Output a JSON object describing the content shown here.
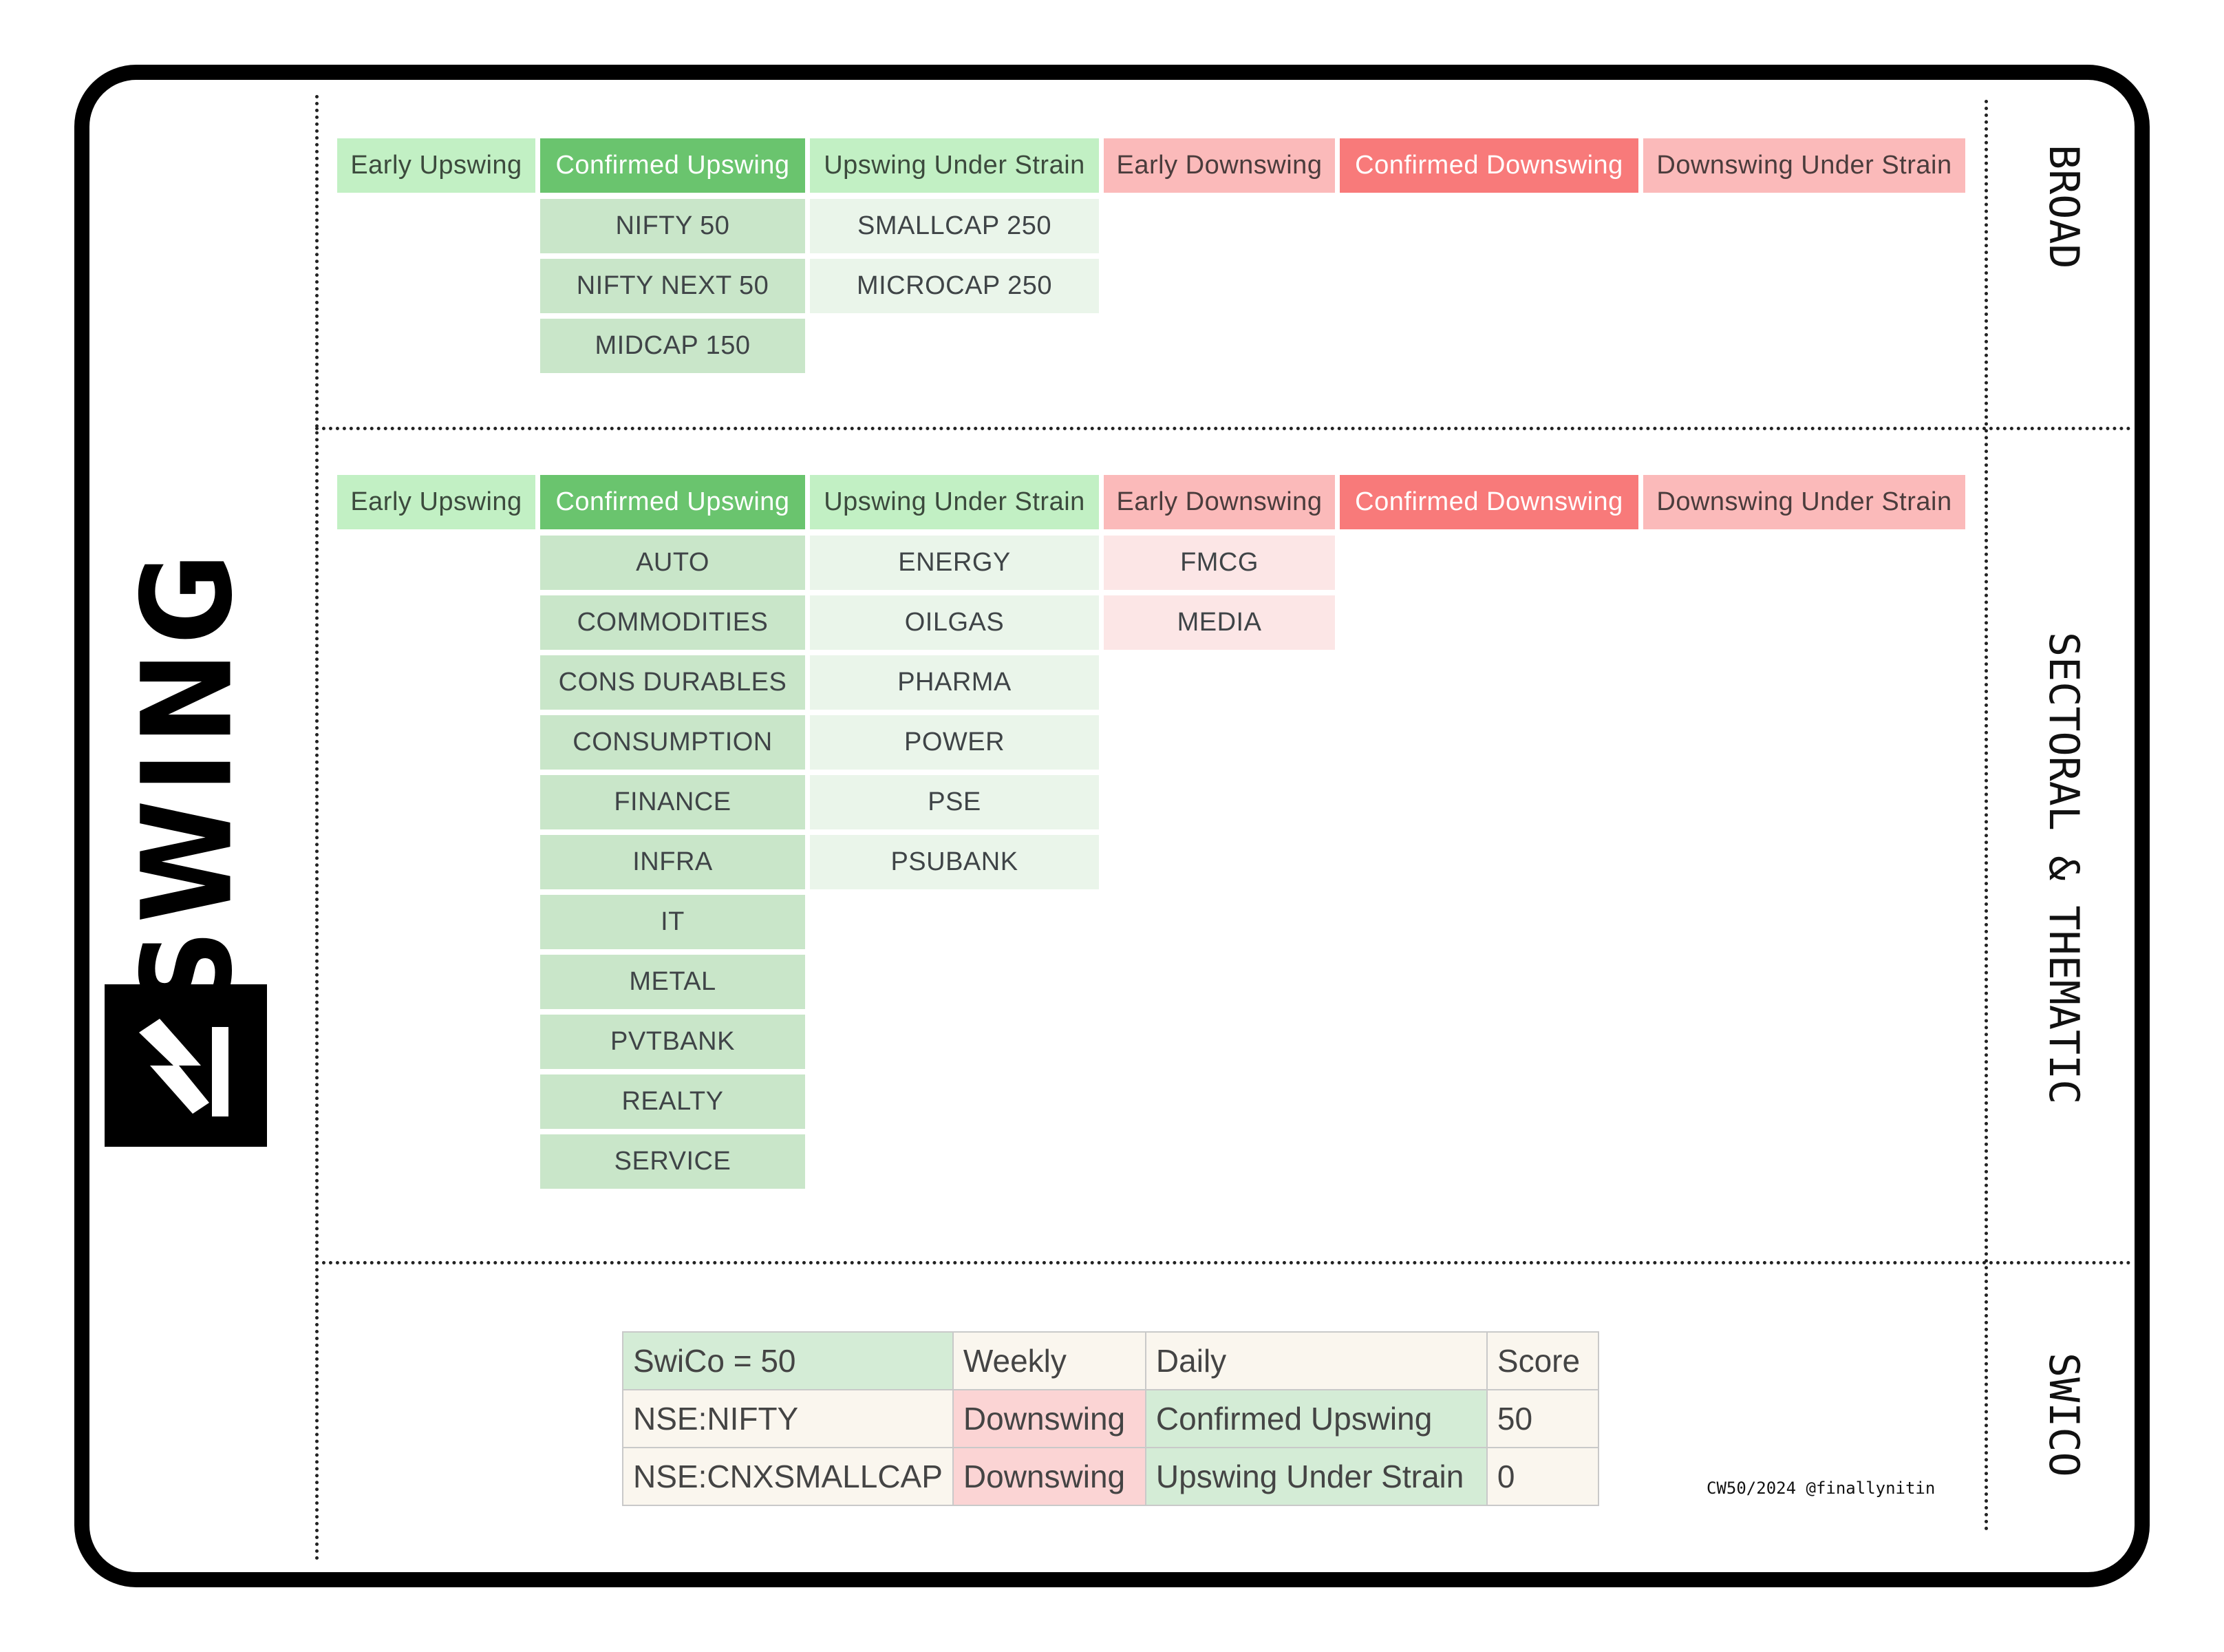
{
  "brand": {
    "title": "SWING"
  },
  "sections": {
    "broad": "BROAD",
    "sectoral": "SECTORAL & THEMATIC",
    "swico": "SWICO"
  },
  "headers": [
    "Early Upswing",
    "Confirmed Upswing",
    "Upswing Under Strain",
    "Early Downswing",
    "Confirmed Downswing",
    "Downswing Under Strain"
  ],
  "broad": {
    "confirmed_upswing": [
      "NIFTY 50",
      "NIFTY NEXT 50",
      "MIDCAP 150"
    ],
    "upswing_under_strain": [
      "SMALLCAP 250",
      "MICROCAP 250"
    ]
  },
  "sectoral": {
    "confirmed_upswing": [
      "AUTO",
      "COMMODITIES",
      "CONS DURABLES",
      "CONSUMPTION",
      "FINANCE",
      "INFRA",
      "IT",
      "METAL",
      "PVTBANK",
      "REALTY",
      "SERVICE"
    ],
    "upswing_under_strain": [
      "ENERGY",
      "OILGAS",
      "PHARMA",
      "POWER",
      "PSE",
      "PSUBANK"
    ],
    "early_downswing": [
      "FMCG",
      "MEDIA"
    ]
  },
  "swico_table": {
    "header": [
      "SwiCo = 50",
      "Weekly",
      "Daily",
      "Score"
    ],
    "rows": [
      [
        "NSE:NIFTY",
        "Downswing",
        "Confirmed Upswing",
        "50"
      ],
      [
        "NSE:CNXSMALLCAP",
        "Downswing",
        "Upswing Under Strain",
        "0"
      ]
    ]
  },
  "credit": "CW50/2024 @finallynitin",
  "colors": {
    "early_upswing": "#c2f0c4",
    "confirmed_upswing": "#6ac46e",
    "early_downswing": "#fbbaba",
    "confirmed_downswing": "#f87a7a"
  }
}
